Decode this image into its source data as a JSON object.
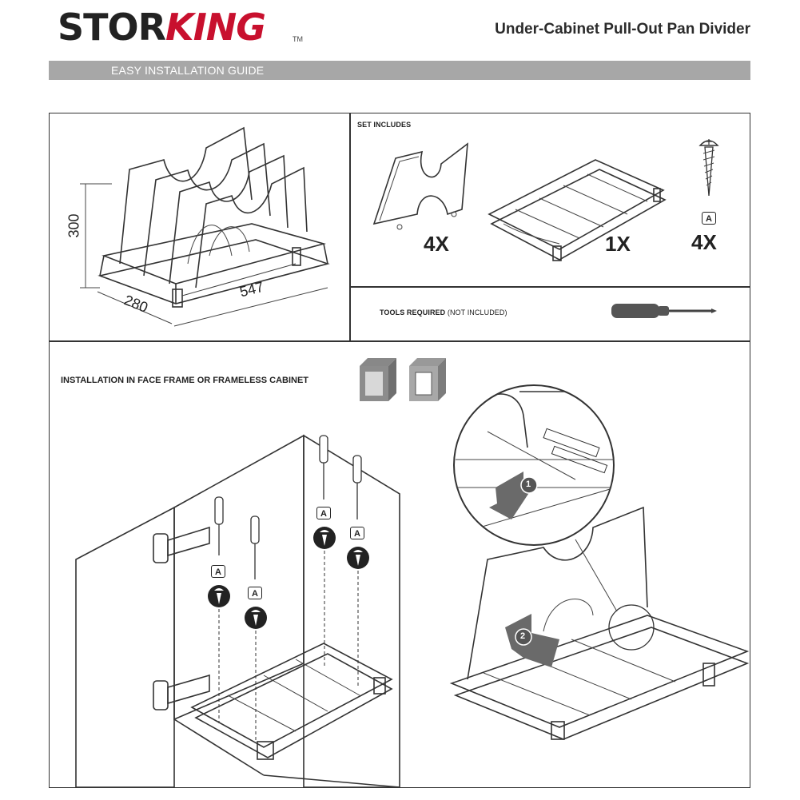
{
  "header": {
    "brand_part1": "STOR",
    "brand_part2": "KING",
    "trademark": "TM",
    "title": "Under-Cabinet Pull-Out Pan Divider"
  },
  "banner": {
    "label": "EASY INSTALLATION GUIDE"
  },
  "dimensions": {
    "height": "300",
    "depth": "280",
    "width": "547"
  },
  "set_includes": {
    "label": "SET INCLUDES",
    "items": [
      {
        "name": "divider",
        "qty": "4X"
      },
      {
        "name": "pull-out-tray",
        "qty": "1X"
      },
      {
        "name": "screw",
        "badge": "A",
        "qty": "4X"
      }
    ]
  },
  "tools": {
    "label": "TOOLS REQUIRED",
    "note": "(NOT INCLUDED)",
    "icon": "screwdriver-icon"
  },
  "installation": {
    "label": "INSTALLATION IN FACE FRAME OR FRAMELESS CABINET",
    "screw_badge": "A",
    "steps": [
      "1",
      "2"
    ]
  },
  "colors": {
    "brand_accent": "#c8102e",
    "banner": "#a7a7a7"
  }
}
